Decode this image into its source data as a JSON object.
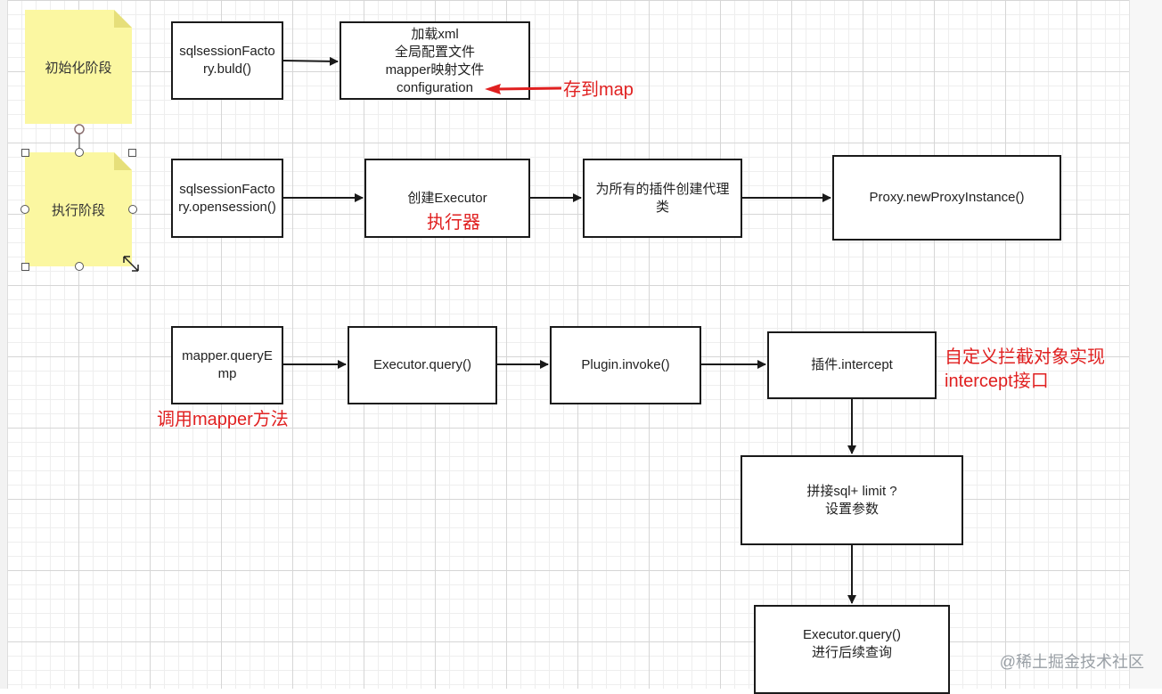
{
  "notes": {
    "init_stage": "初始化阶段",
    "exec_stage": "执行阶段"
  },
  "row1": {
    "build": "sqlsessionFactory.buld()",
    "load": "加载xml\n全局配置文件\nmapper映射文件\nconfiguration",
    "store_label": "存到map"
  },
  "row2": {
    "opensession": "sqlsessionFactory.opensession()",
    "create_executor": "创建Executor",
    "executor_label": "执行器",
    "plugin_proxy": "为所有的插件创建代理类",
    "proxy": "Proxy.newProxyInstance()"
  },
  "row3": {
    "mapper_query": "mapper.queryEmp",
    "call_label": "调用mapper方法",
    "executor_query": "Executor.query()",
    "plugin_invoke": "Plugin.invoke()",
    "intercept": "插件.intercept",
    "intercept_label_1": "自定义拦截对象实现",
    "intercept_label_2": "intercept接口",
    "sql_limit": "拼接sql+ limit ?\n设置参数",
    "final_query": "Executor.query()\n进行后续查询"
  },
  "watermark": "@稀土掘金技术社区",
  "colors": {
    "note_fill": "#fbf7a1",
    "annotation_red": "#e02020",
    "box_border": "#1a1a1a"
  }
}
